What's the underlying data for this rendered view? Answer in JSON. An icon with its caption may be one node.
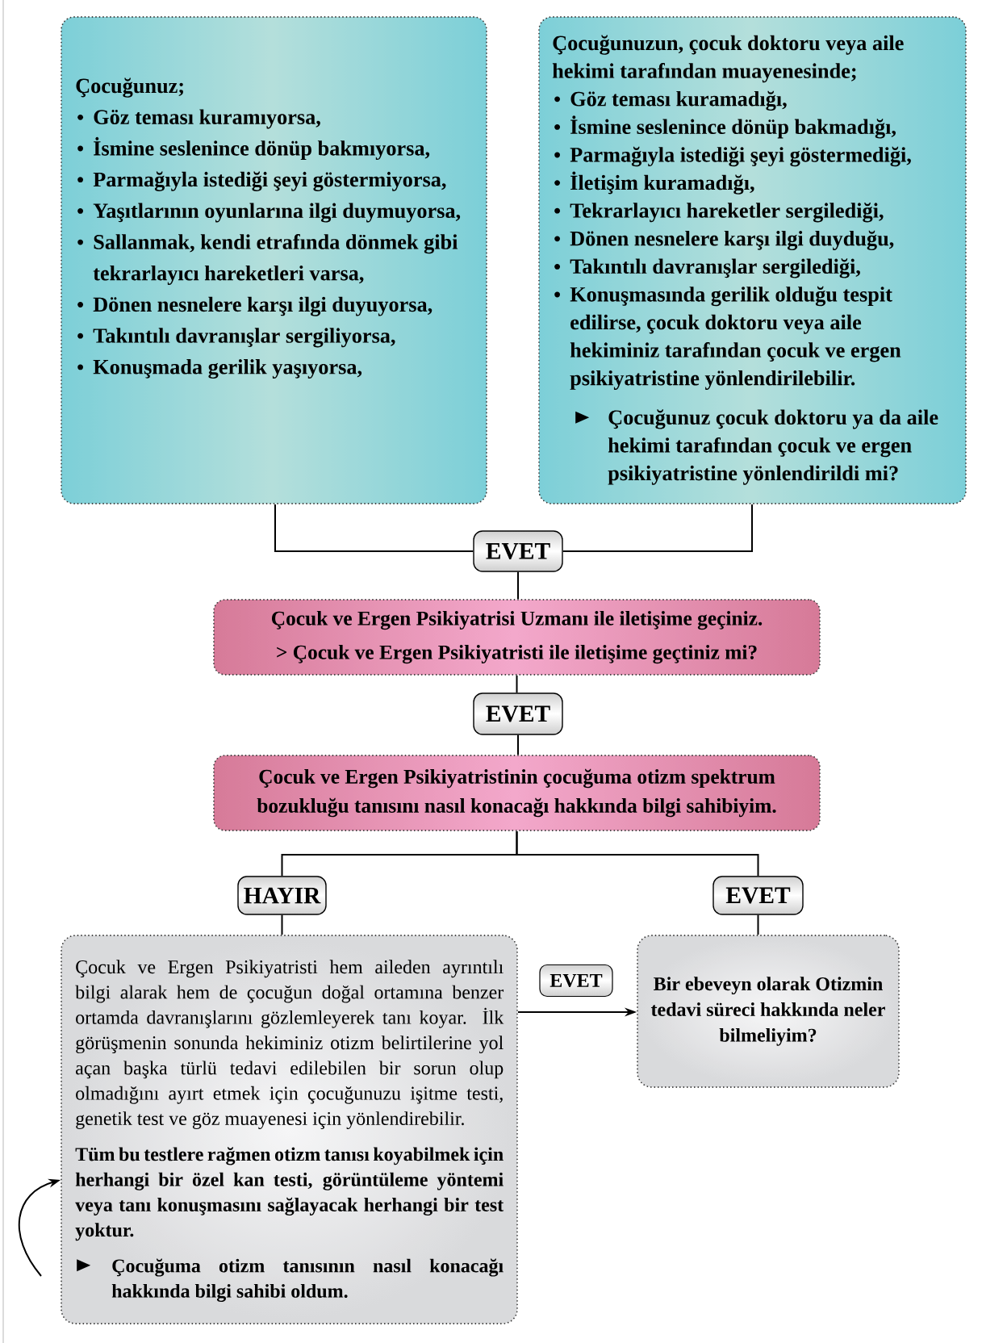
{
  "diagram": {
    "nodes": [
      {
        "text": [
          "Çocuğunuz;",
          "Göz teması kuramıyorsa,",
          "İsmine seslenince dönüp bakmıyorsa,",
          "Parmağıyla istediği şeyi göstermiyorsa,",
          "Yaşıtlarının oyunlarına ilgi duymuyorsa,",
          "Sallanmak, kendi etrafında dönmek gibi tekrarlayıcı hareketleri varsa,",
          "Dönen nesnelere karşı ilgi duyuyorsa,",
          "Takıntılı davranışlar sergiliyorsa,",
          "Konuşmada gerilik yaşıyorsa,"
        ]
      },
      {
        "text": [
          "Çocuğunuzun, çocuk doktoru veya aile hekimi tarafından muayenesinde;",
          "Göz teması kuramadığı,",
          "İsmine seslenince dönüp bakmadığı,",
          "Parmağıyla istediği şeyi göstermediği,",
          "İletişim kuramadığı,",
          "Tekrarlayıcı hareketler sergilediği,",
          "Dönen nesnelere karşı ilgi duyduğu,",
          "Takıntılı davranışlar sergilediği,",
          "Konuşmasında gerilik olduğu tespit edilirse, çocuk doktoru veya aile hekiminiz tarafından çocuk ve ergen psikiyatristine yönlendirilebilir.",
          "Çocuğunuz çocuk doktoru ya da aile hekimi tarafından çocuk ve ergen psikiyatristine yönlendirildi mi?"
        ]
      },
      {
        "text": [
          "EVET"
        ]
      },
      {
        "text": [
          "Çocuk ve Ergen Psikiyatrisi Uzmanı ile iletişime geçiniz.",
          "> Çocuk ve Ergen Psikiyatristi ile iletişime geçtiniz mi?"
        ]
      },
      {
        "text": [
          "EVET"
        ]
      },
      {
        "text": [
          "Çocuk ve Ergen Psikiyatristinin çocuğuma otizm spektrum bozukluğu tanısını nasıl konacağı hakkında bilgi sahibiyim."
        ]
      },
      {
        "text": [
          "HAYIR"
        ]
      },
      {
        "text": [
          "EVET"
        ]
      },
      {
        "text": [
          "Çocuk ve Ergen Psikiyatristi hem aileden ayrıntılı bilgi alarak hem de çocuğun doğal ortamına benzer ortamda davranışlarını gözlemleyerek tanı koyar. İlk görüşmenin sonunda hekiminiz otizm belirtilerine yol açan başka türlü tedavi edilebilen bir sorun olup olmadığını ayırt etmek için çocuğunuzu işitme testi, genetik test ve göz muayenesi için yönlendirebilir.",
          "Tüm bu testlere rağmen otizm tanısı koyabilmek için herhangi bir özel kan testi, görüntüleme yöntemi veya tanı konuşmasını sağlayacak herhangi bir test yoktur.",
          "Çocuğuma otizm tanısının nasıl konacağı hakkında bilgi sahibi oldum."
        ]
      },
      {
        "text": [
          "Bir ebeveyn olarak Otizmin tedavi süreci hakkında neler bilmeliyim?"
        ]
      }
    ],
    "edges": [
      {
        "from": 0,
        "to": 2,
        "arrow": "none"
      },
      {
        "from": 1,
        "to": 2,
        "arrow": "none"
      },
      {
        "from": 2,
        "to": 3,
        "arrow": "none"
      },
      {
        "from": 3,
        "to": 4,
        "arrow": "none"
      },
      {
        "from": 4,
        "to": 5,
        "arrow": "none"
      },
      {
        "from": 5,
        "to": 6,
        "arrow": "none"
      },
      {
        "from": 5,
        "to": 7,
        "arrow": "none"
      },
      {
        "from": 6,
        "to": 8,
        "arrow": "none"
      },
      {
        "from": 7,
        "to": 9,
        "arrow": "none"
      },
      {
        "from": 8,
        "to": 9,
        "arrow": "to",
        "label": "EVET"
      },
      {
        "from": null,
        "to": 8,
        "arrow": "to"
      }
    ]
  }
}
